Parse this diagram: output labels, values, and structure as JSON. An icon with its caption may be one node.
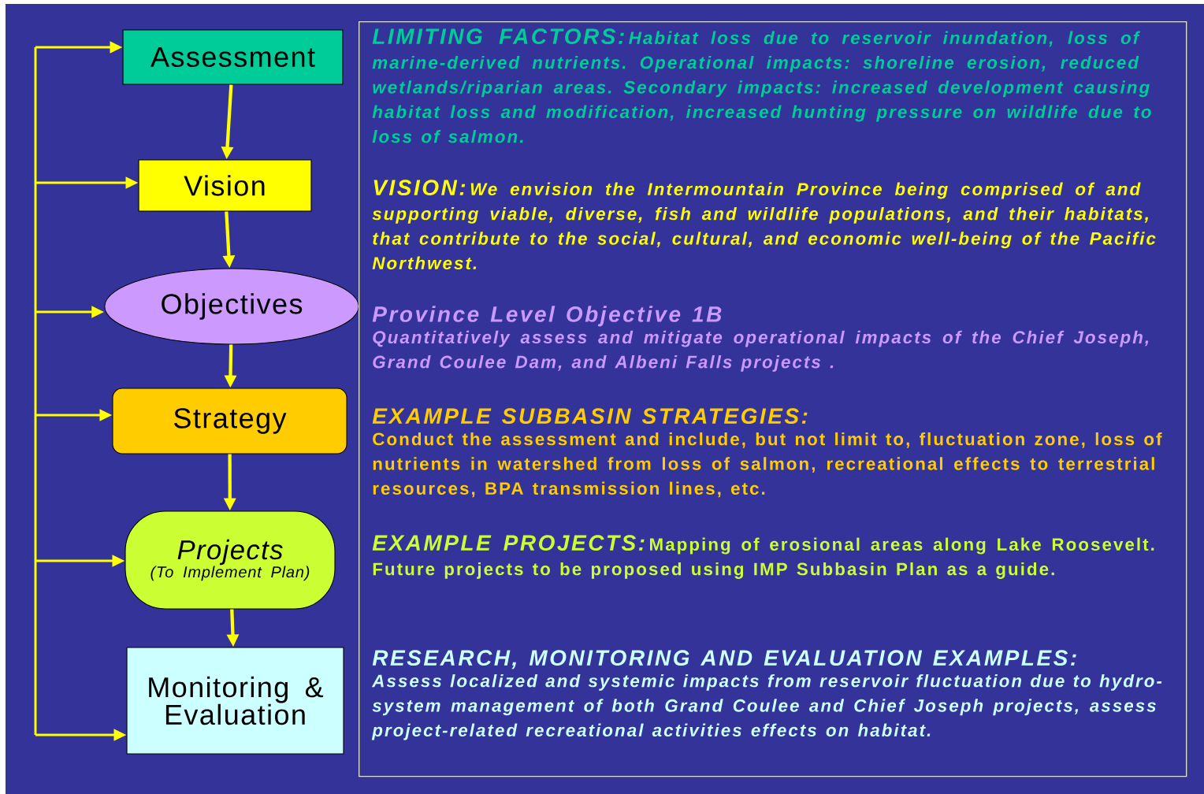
{
  "diagram": {
    "nodes": [
      {
        "text": [
          "Assessment"
        ]
      },
      {
        "text": [
          "Vision"
        ]
      },
      {
        "text": [
          "Objectives"
        ]
      },
      {
        "text": [
          "Strategy"
        ]
      },
      {
        "text": [
          "Projects",
          "(To Implement Plan)"
        ]
      },
      {
        "text": [
          "Monitoring & Evaluation"
        ]
      },
      {
        "text": [
          "LIMITING FACTORS:",
          "Habitat loss due to reservoir inundation, loss of marine-derived nutrients.  Operational impacts: shoreline erosion, reduced wetlands/riparian areas.  Secondary impacts: increased development causing habitat loss and modification, increased hunting pressure on wildlife due to loss of salmon.",
          "VISION:",
          "We envision the Intermountain Province being comprised of and supporting viable, diverse, fish and wildlife populations, and their habitats, that contribute to the social, cultural, and economic well-being of the Pacific Northwest.",
          "Province Level Objective 1B",
          "Quantitatively assess and mitigate operational impacts of the Chief Joseph, Grand Coulee Dam, and Albeni Falls projects .",
          "EXAMPLE SUBBASIN STRATEGIES:",
          "Conduct the assessment and include, but not limit to, fluctuation zone, loss of nutrients in watershed from loss of salmon, recreational effects to terrestrial resources, BPA transmission lines, etc.",
          "EXAMPLE PROJECTS:",
          "Mapping of erosional areas along Lake Roosevelt. Future projects to be proposed using IMP Subbasin Plan as a guide.",
          "RESEARCH, MONITORING AND EVALUATION EXAMPLES:",
          "Assess localized and systemic impacts from reservoir fluctuation due to hydro-system management of both Grand Coulee and Chief Joseph projects, assess project-related recreational activities effects on habitat."
        ]
      }
    ],
    "edges": [
      {
        "from": 0,
        "to": 1,
        "arrow": "to"
      },
      {
        "from": 1,
        "to": 2,
        "arrow": "to"
      },
      {
        "from": 2,
        "to": 3,
        "arrow": "to"
      },
      {
        "from": 3,
        "to": 4,
        "arrow": "to"
      },
      {
        "from": 4,
        "to": 5,
        "arrow": "to"
      },
      {
        "from": null,
        "to": 0,
        "arrow": "to"
      },
      {
        "from": null,
        "to": 1,
        "arrow": "to"
      },
      {
        "from": null,
        "to": 2,
        "arrow": "to"
      },
      {
        "from": null,
        "to": 3,
        "arrow": "to"
      },
      {
        "from": null,
        "to": 4,
        "arrow": "to"
      },
      {
        "from": null,
        "to": 5,
        "arrow": "to"
      }
    ]
  }
}
